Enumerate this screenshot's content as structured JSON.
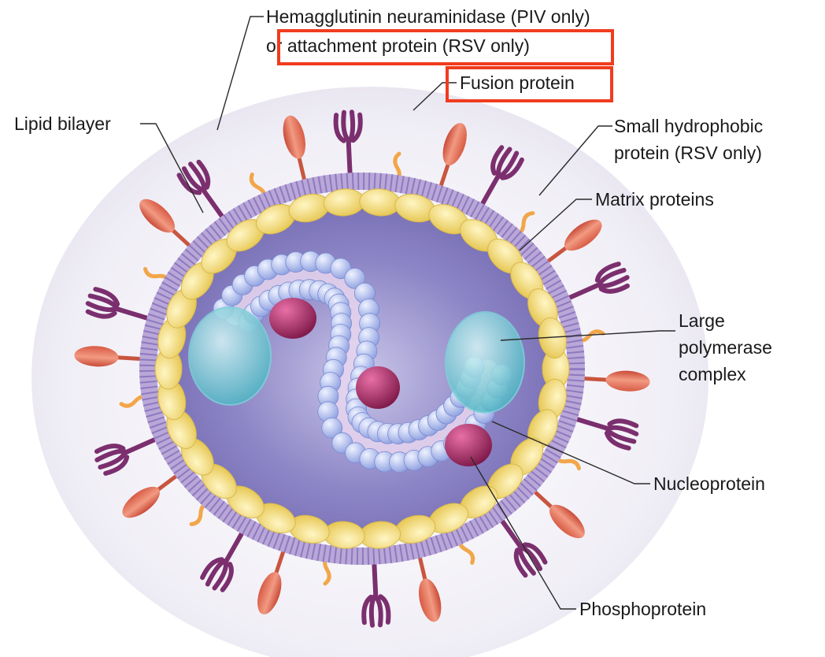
{
  "labels": {
    "hemagglutinin_line1": "Hemagglutinin neuraminidase (PIV only)",
    "hemagglutinin_line2": "or attachment protein (RSV only)",
    "fusion": "Fusion protein",
    "lipid": "Lipid bilayer",
    "small_hydrophobic_line1": "Small hydrophobic",
    "small_hydrophobic_line2": "protein (RSV only)",
    "matrix": "Matrix proteins",
    "large_line1": "Large",
    "large_line2": "polymerase",
    "large_line3": "complex",
    "nucleoprotein": "Nucleoprotein",
    "phosphoprotein": "Phosphoprotein"
  },
  "colors": {
    "highlight": "#f03c1e",
    "envelope": "#b9a7d8",
    "matrix": "#f3dd7a",
    "interior": "#8d86c6",
    "glycoprotein_red": "#e8705a",
    "glycoprotein_purple": "#7b2f6e",
    "small_hydrophobic": "#f2a64a",
    "nucleoprotein": "#a9b8ee",
    "phosphoprotein": "#b02866",
    "polymerase": "#5fc6d2"
  }
}
